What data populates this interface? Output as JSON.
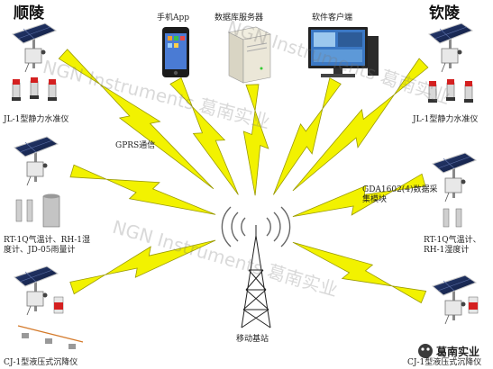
{
  "sites": {
    "left": "顺陵",
    "right": "钦陵"
  },
  "center": {
    "app": "手机App",
    "db_server": "数据库服务器",
    "client": "软件客户端",
    "gprs": "GPRS通信",
    "base_station": "移动基站",
    "module": "GDA1602(4)数据采集模块"
  },
  "left_devices": {
    "level": "JL-1型静力水准仪",
    "sensors": "RT-1Q气温计、RH-1湿度计、JD-05雨量计",
    "settlement": "CJ-1型液压式沉降仪"
  },
  "right_devices": {
    "level": "JL-1型静力水准仪",
    "sensors": "RT-1Q气温计、RH-1湿度计",
    "settlement": "CJ-1型液压式沉降仪"
  },
  "watermarks": [
    "NGN Instruments 葛南实业",
    "NGN Instruments 葛南实业",
    "NGN Instruments 葛南实业"
  ],
  "badge": "葛南实业",
  "colors": {
    "bolt": "#f2f200",
    "bolt_stroke": "#9a9a00",
    "panel": "#1a2c5a",
    "red": "#d42020"
  }
}
